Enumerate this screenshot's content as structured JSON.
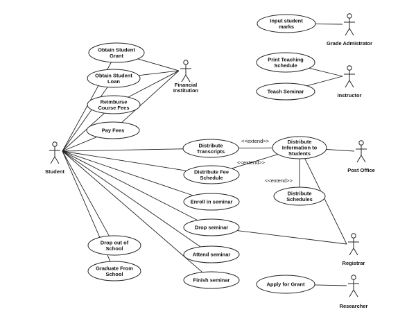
{
  "actors": [
    {
      "id": "student",
      "label": "Student"
    },
    {
      "id": "financial",
      "label": [
        "Financial",
        "Institution"
      ]
    },
    {
      "id": "grade",
      "label": "Grade Admistrator"
    },
    {
      "id": "instructor",
      "label": "Instructor"
    },
    {
      "id": "postoffice",
      "label": "Post Office"
    },
    {
      "id": "registrar",
      "label": "Registrar"
    },
    {
      "id": "researcher",
      "label": "Researcher"
    }
  ],
  "use_cases": [
    {
      "id": "grant",
      "label": [
        "Obtain Student",
        "Grant"
      ]
    },
    {
      "id": "loan",
      "label": [
        "Obtain Student",
        "Loan"
      ]
    },
    {
      "id": "reimburse",
      "label": [
        "Reimburse",
        "Course Fees"
      ]
    },
    {
      "id": "payfees",
      "label": [
        "Pay Fees"
      ]
    },
    {
      "id": "marks",
      "label": [
        "Input student",
        "marks"
      ]
    },
    {
      "id": "printsched",
      "label": [
        "Print Teaching",
        "Schedule"
      ]
    },
    {
      "id": "teach",
      "label": [
        "Teach Seminar"
      ]
    },
    {
      "id": "transcripts",
      "label": [
        "Distribute",
        "Transcripts"
      ]
    },
    {
      "id": "distinfo",
      "label": [
        "Distribute",
        "Information to",
        "Students"
      ]
    },
    {
      "id": "feesched",
      "label": [
        "Distribute Fee",
        "Schedule"
      ]
    },
    {
      "id": "schedules",
      "label": [
        "Distribute",
        "Schedules"
      ]
    },
    {
      "id": "enroll",
      "label": [
        "Enroll in seminar"
      ]
    },
    {
      "id": "drop",
      "label": [
        "Drop seminar"
      ]
    },
    {
      "id": "dropout",
      "label": [
        "Drop out of",
        "School"
      ]
    },
    {
      "id": "attend",
      "label": [
        "Attend seminar"
      ]
    },
    {
      "id": "graduate",
      "label": [
        "Graduate From",
        "School"
      ]
    },
    {
      "id": "finish",
      "label": [
        "Finish seminar"
      ]
    },
    {
      "id": "applygrant",
      "label": [
        "Apply for Grant"
      ]
    }
  ],
  "relations": [
    {
      "id": "ext1",
      "label": "<<extend>>"
    },
    {
      "id": "ext2",
      "label": "<<extend>>"
    },
    {
      "id": "ext3",
      "label": "<<extend>>"
    }
  ]
}
